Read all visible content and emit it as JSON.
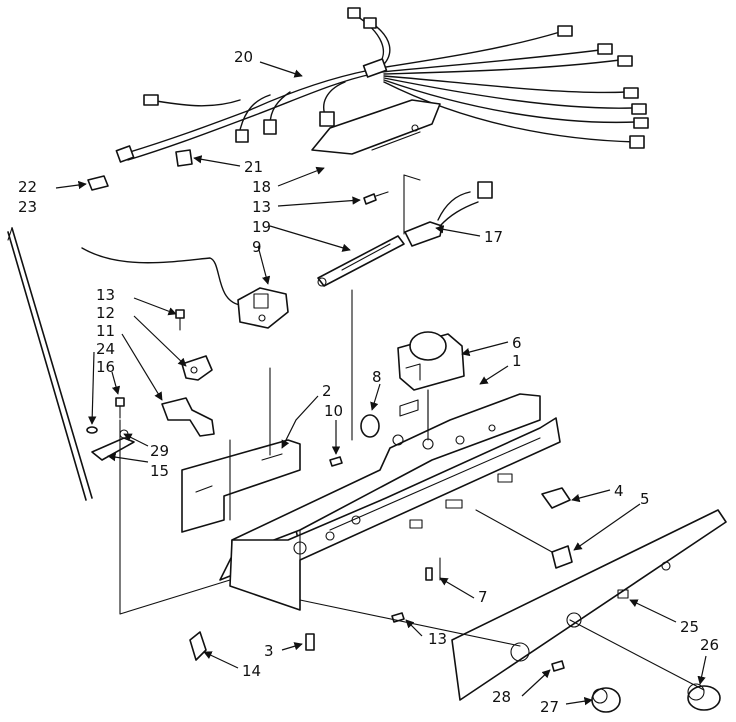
{
  "labels": {
    "p1": "1",
    "p2": "2",
    "p3": "3",
    "p4": "4",
    "p5": "5",
    "p6": "6",
    "p7": "7",
    "p8": "8",
    "p9": "9",
    "p10": "10",
    "p11": "11",
    "p12": "12",
    "p13a": "13",
    "p13b": "13",
    "p13c": "13",
    "p14": "14",
    "p15": "15",
    "p16": "16",
    "p17": "17",
    "p18": "18",
    "p19": "19",
    "p20": "20",
    "p21": "21",
    "p22": "22",
    "p23": "23",
    "p24": "24",
    "p25": "25",
    "p26": "26",
    "p27": "27",
    "p28": "28",
    "p29": "29"
  }
}
